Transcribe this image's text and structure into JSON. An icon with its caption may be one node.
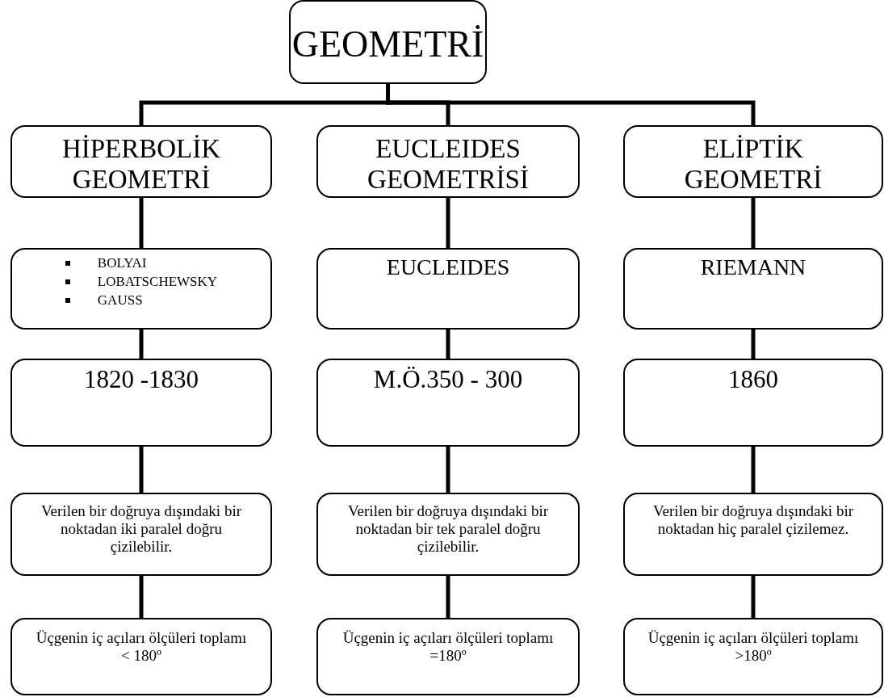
{
  "diagram": {
    "nodes": [
      {
        "text": [
          "GEOMETRİ"
        ]
      },
      {
        "text": [
          "HİPERBOLİK GEOMETRİ"
        ]
      },
      {
        "text": [
          "EUCLEIDES GEOMETRİSİ"
        ]
      },
      {
        "text": [
          "ELİPTİK GEOMETRİ"
        ]
      },
      {
        "text": [
          "BOLYAI",
          "LOBATSCHEWSKY",
          "GAUSS"
        ]
      },
      {
        "text": [
          "EUCLEIDES"
        ]
      },
      {
        "text": [
          "RIEMANN"
        ]
      },
      {
        "text": [
          "1820 -1830"
        ]
      },
      {
        "text": [
          "M.Ö.350 - 300"
        ]
      },
      {
        "text": [
          "1860"
        ]
      },
      {
        "text": [
          "Verilen bir doğruya dışındaki bir noktadan iki paralel doğru çizilebilir."
        ]
      },
      {
        "text": [
          "Verilen bir doğruya dışındaki bir noktadan bir tek paralel doğru çizilebilir."
        ]
      },
      {
        "text": [
          "Verilen bir doğruya dışındaki bir noktadan hiç paralel çizilemez."
        ]
      },
      {
        "text": [
          "Üçgenin iç açıları ölçüleri toplamı < 180º"
        ]
      },
      {
        "text": [
          "Üçgenin iç açıları ölçüleri toplamı =180º"
        ]
      },
      {
        "text": [
          "Üçgenin iç açıları ölçüleri toplamı >180º"
        ]
      }
    ],
    "edges": [
      {
        "from": 0,
        "to": 1,
        "arrow": "none"
      },
      {
        "from": 0,
        "to": 2,
        "arrow": "none"
      },
      {
        "from": 0,
        "to": 3,
        "arrow": "none"
      },
      {
        "from": 1,
        "to": 4,
        "arrow": "none"
      },
      {
        "from": 2,
        "to": 5,
        "arrow": "none"
      },
      {
        "from": 3,
        "to": 6,
        "arrow": "none"
      },
      {
        "from": 4,
        "to": 7,
        "arrow": "none"
      },
      {
        "from": 5,
        "to": 8,
        "arrow": "none"
      },
      {
        "from": 6,
        "to": 9,
        "arrow": "none"
      },
      {
        "from": 7,
        "to": 10,
        "arrow": "none"
      },
      {
        "from": 8,
        "to": 11,
        "arrow": "none"
      },
      {
        "from": 9,
        "to": 12,
        "arrow": "none"
      },
      {
        "from": 10,
        "to": 13,
        "arrow": "none"
      },
      {
        "from": 11,
        "to": 14,
        "arrow": "none"
      },
      {
        "from": 12,
        "to": 15,
        "arrow": "none"
      }
    ]
  }
}
